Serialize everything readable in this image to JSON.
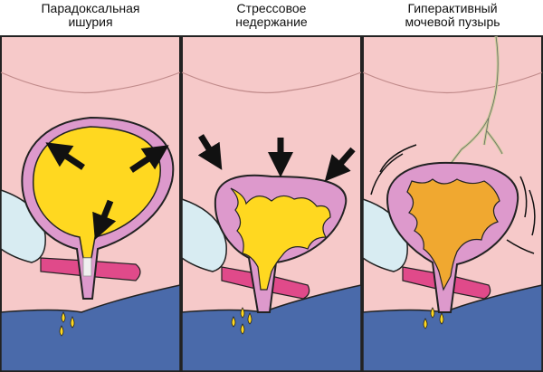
{
  "panels": [
    {
      "title": "Парадоксальная\nишурия"
    },
    {
      "title": "Стрессовое\nнедержание"
    },
    {
      "title": "Гиперактивный\nмочевой пузырь"
    }
  ],
  "colors": {
    "tissue": "#f6c9c9",
    "outline": "#222222",
    "bladder_wall": "#dd99cc",
    "urine": "#ffd820",
    "urine_dark": "#f0a830",
    "pelvic_floor": "#4a6aaa",
    "muscle": "#e04a8a",
    "bone": "#d8ecf2",
    "arrow": "#111111",
    "nerve": "#cccc99"
  },
  "icons": [
    "arrow-icon",
    "nerve-icon",
    "droplet-icon"
  ]
}
